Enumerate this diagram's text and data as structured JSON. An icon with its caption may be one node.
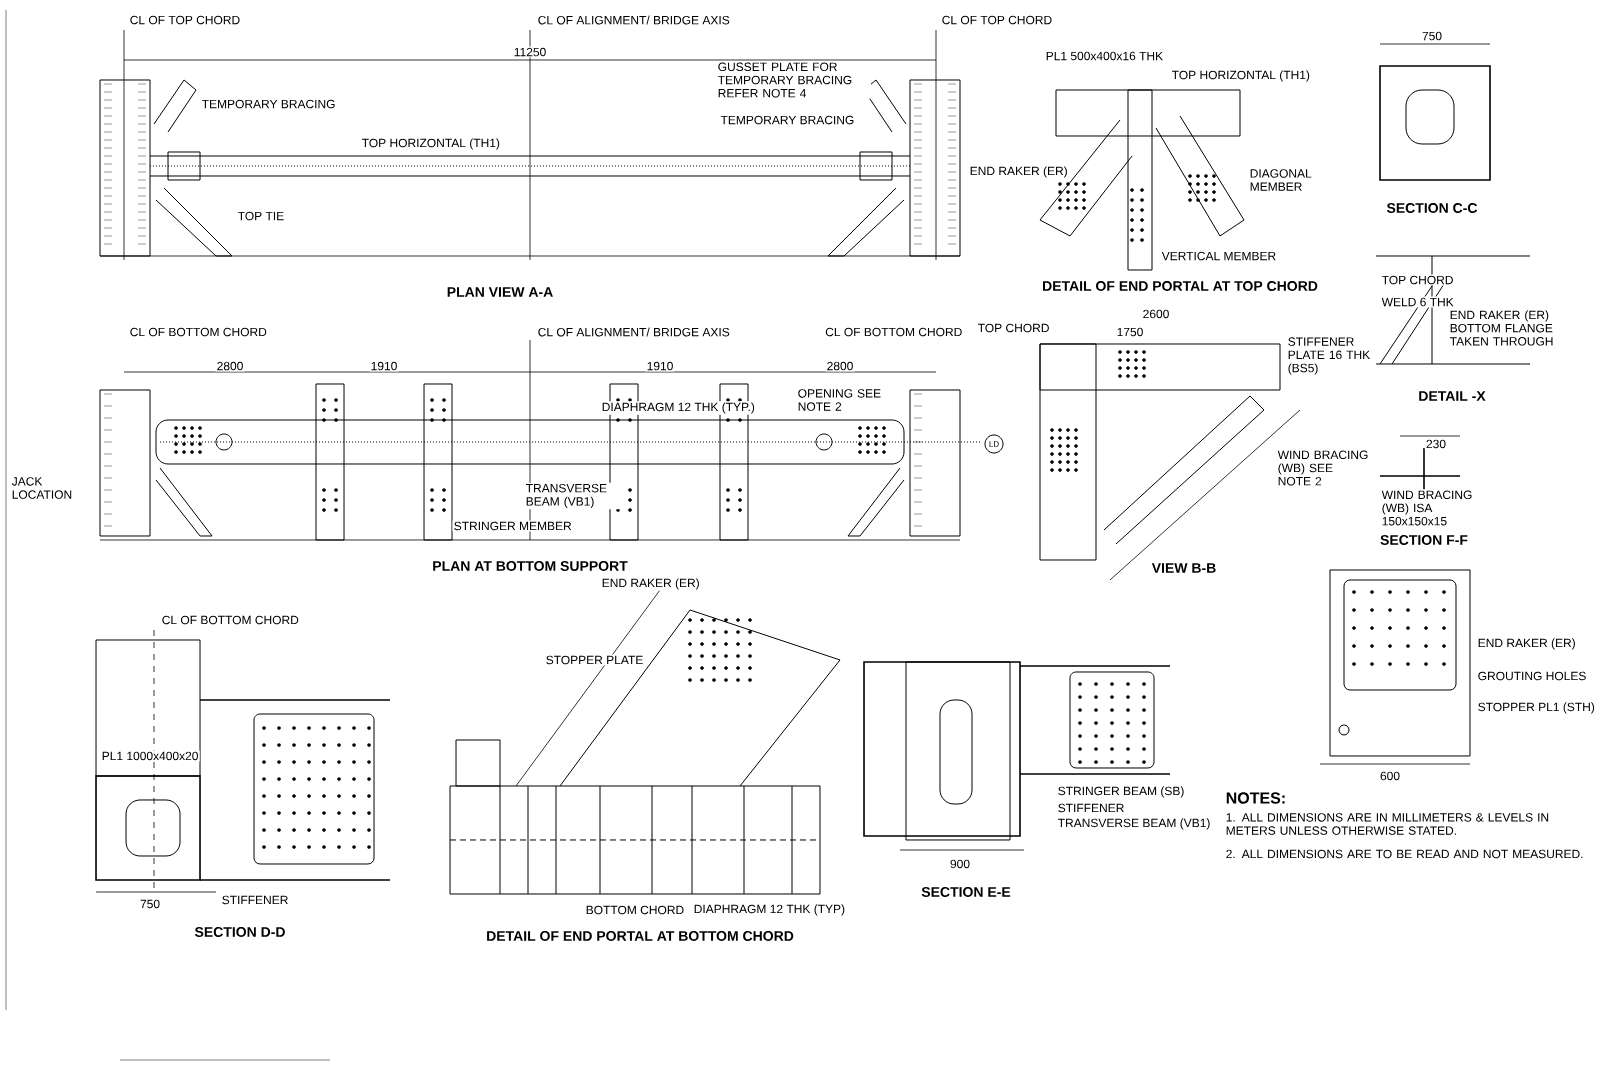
{
  "diagram": {
    "nodes": [
      {
        "text": [
          "LD"
        ]
      }
    ],
    "labels": [
      "CL OF TOP CHORD",
      "CL OF ALIGNMENT/ BRIDGE AXIS",
      "CL OF TOP CHORD",
      "11250",
      "GUSSET PLATE FOR TEMPORARY BRACING REFER NOTE 4",
      "TEMPORARY BRACING",
      "TEMPORARY BRACING",
      "TOP HORIZONTAL (TH1)",
      "TOP TIE",
      "PLAN VIEW A-A",
      "CL OF BOTTOM CHORD",
      "CL OF ALIGNMENT/ BRIDGE AXIS",
      "CL OF BOTTOM CHORD",
      "2800",
      "1910",
      "1910",
      "2800",
      "DIAPHRAGM 12 THK (TYP.)",
      "OPENING SEE NOTE 2",
      "TRANSVERSE BEAM (VB1)",
      "STRINGER MEMBER",
      "JACK LOCATION",
      "PLAN AT BOTTOM SUPPORT",
      "PL1 500x400x16 THK",
      "TOP HORIZONTAL (TH1)",
      "END RAKER (ER)",
      "DIAGONAL MEMBER",
      "VERTICAL MEMBER",
      "DETAIL OF END PORTAL AT TOP CHORD",
      "750",
      "SECTION C-C",
      "TOP CHORD",
      "WELD 6 THK",
      "END RAKER (ER) BOTTOM FLANGE TAKEN THROUGH",
      "DETAIL -X",
      "TOP CHORD",
      "2600",
      "1750",
      "STIFFENER PLATE 16 THK (BS5)",
      "WIND BRACING (WB) SEE NOTE 2",
      "VIEW B-B",
      "230",
      "WIND BRACING (WB) ISA 150x150x15",
      "SECTION F-F",
      "CL OF BOTTOM CHORD",
      "PL1 1000x400x20",
      "STIFFENER",
      "750",
      "SECTION D-D",
      "END RAKER (ER)",
      "STOPPER PLATE",
      "BOTTOM CHORD",
      "DIAPHRAGM 12 THK (TYP)",
      "DETAIL OF END PORTAL AT BOTTOM CHORD",
      "STRINGER BEAM (SB)",
      "STIFFENER",
      "TRANSVERSE BEAM (VB1)",
      "900",
      "SECTION E-E",
      "END RAKER (ER)",
      "GROUTING HOLES",
      "STOPPER PL1 (STH)",
      "600",
      "NOTES:",
      "1. ALL DIMENSIONS ARE IN MILLIMETERS & LEVELS IN METERS UNLESS OTHERWISE STATED.",
      "2. ALL DIMENSIONS ARE TO BE READ AND NOT MEASURED."
    ]
  }
}
